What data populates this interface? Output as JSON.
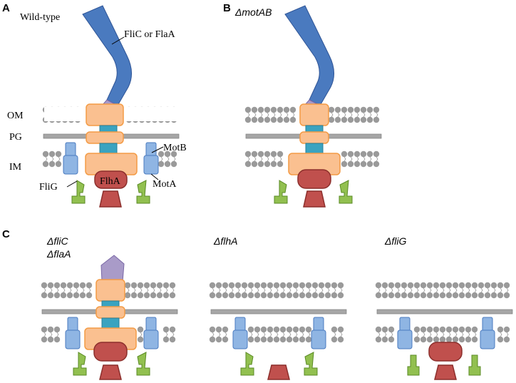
{
  "panels": {
    "a": {
      "letter": "A",
      "strain": "Wild-type"
    },
    "b": {
      "letter": "B",
      "strain": "ΔmotAB"
    },
    "c": {
      "letter": "C",
      "strains": {
        "flic": "ΔfliC",
        "flaa": "ΔflaA",
        "flha": "ΔflhA",
        "flig": "ΔfliG"
      }
    }
  },
  "labels": {
    "filament": "FliC or FlaA",
    "om": "OM",
    "pg": "PG",
    "im": "IM",
    "motb": "MotB",
    "mota": "MotA",
    "flig": "FliG",
    "flha": "FlhA"
  },
  "colors": {
    "filament": "#4a7abf",
    "hook": "#a99bc8",
    "ring": "#fac090",
    "ring_edge": "#f39b45",
    "rod": "#3aa3c0",
    "mot": "#8fb5e3",
    "flha": "#c0504d",
    "flig": "#92c050",
    "membrane_bead": "#9a9a9a",
    "pg": "#a6a6a6"
  }
}
